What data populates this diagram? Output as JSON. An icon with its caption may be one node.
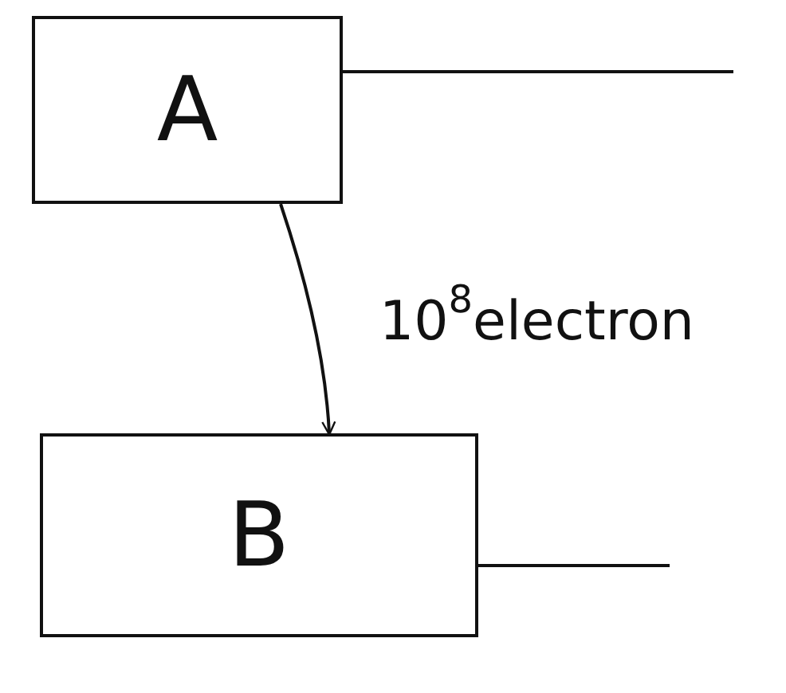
{
  "diagram": {
    "nodes": [
      {
        "text": [
          "A"
        ]
      },
      {
        "text": [
          "B"
        ]
      }
    ],
    "edges": [
      {
        "from": 0,
        "to": 1,
        "arrow": "to",
        "label": "10$^{8}$electron"
      },
      {
        "from": 0,
        "to": null,
        "arrow": "none"
      },
      {
        "from": 1,
        "to": null,
        "arrow": "none"
      }
    ]
  }
}
